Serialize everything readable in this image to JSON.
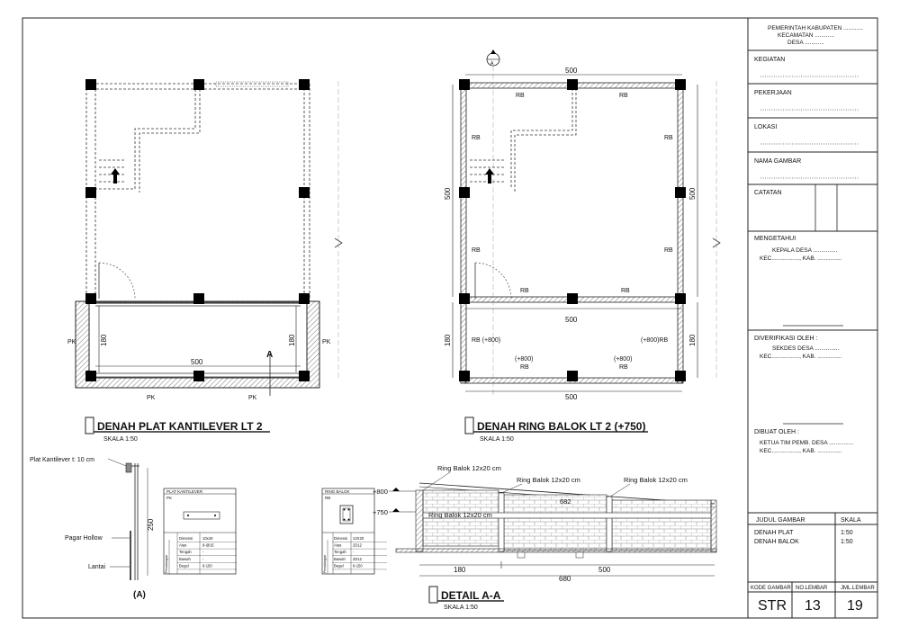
{
  "title_block": {
    "header_line1": "PEMERINTAH KABUPATEN ............",
    "header_line2": "KECAMATAN ............",
    "header_line3": "DESA ............",
    "kegiatan_label": "KEGIATAN",
    "pekerjaan_label": "PEKERJAAN",
    "lokasi_label": "LOKASI",
    "nama_gambar_label": "NAMA GAMBAR",
    "catatan_label": "CATATAN",
    "mengetahui_label": "MENGETAHUI",
    "kepala_desa": "KEPALA DESA ...............",
    "kec_kab_1": "KEC................., KAB. ...............",
    "diverifikasi_label": "DIVERIFIKASI OLEH :",
    "sekdes": "SEKDES DESA ...............",
    "kec_kab_2": "KEC................., KAB. ...............",
    "dibuat_label": "DIBUAT OLEH :",
    "ketua": "KETUA TIM PEMB. DESA ...............",
    "kec_kab_3": "KEC................., KAB. ...............",
    "judul_gambar_label": "JUDUL GAMBAR",
    "skala_label": "SKALA",
    "judul_1": "DENAH PLAT",
    "skala_1": "1:50",
    "judul_2": "DENAH BALOK",
    "skala_2": "1:50",
    "kode_gambar_label": "KODE GAMBAR",
    "no_lembar_label": "NO.LEMBAR",
    "jml_lembar_label": "JML.LEMBAR",
    "kode_gambar": "STR",
    "no_lembar": "13",
    "jml_lembar": "19"
  },
  "plan1": {
    "title": "DENAH PLAT KANTILEVER LT 2",
    "scale": "SKALA 1:50",
    "dim_500": "500",
    "dim_180_left": "180",
    "dim_180_right": "180",
    "pk_left": "PK",
    "pk_right": "PK",
    "pk_bottom_1": "PK",
    "pk_bottom_2": "PK",
    "section_mark": "A"
  },
  "plan2": {
    "title": "DENAH RING BALOK LT 2 (+750)",
    "scale": "SKALA 1:50",
    "dim_top": "500",
    "dim_mid": "500",
    "dim_bottom": "500",
    "dim_left_500": "500",
    "dim_right_500": "500",
    "dim_left_180": "180",
    "dim_right_180": "180",
    "rb": "RB",
    "rb_800_left": "RB (+800)",
    "rb_800_right": "(+800)RB",
    "plus800": "(+800)",
    "section_mark": "A"
  },
  "detail_left": {
    "plat_label": "Plat Kantilever t: 10 cm",
    "pagar_label": "Pagar Hollow",
    "lantai_label": "Lantai",
    "dim_250": "250",
    "mark": "(A)"
  },
  "table_plat": {
    "title": "PLAT KANTILEVER",
    "subtitle": "PK",
    "side_label": "Penulangan",
    "rows": [
      [
        "Dimensi",
        "10x40"
      ],
      [
        "Atas",
        "8-@15"
      ],
      [
        "Tengah",
        "-"
      ],
      [
        "Bawah",
        "-"
      ],
      [
        "Begel",
        "8-150"
      ]
    ]
  },
  "table_rb": {
    "title": "RING BALOK",
    "subtitle": "RB",
    "side_label": "Penulangan",
    "rows": [
      [
        "Dimensi",
        "12X20"
      ],
      [
        "Atas",
        "2D12"
      ],
      [
        "Tengah",
        "-"
      ],
      [
        "Bawah",
        "2D12"
      ],
      [
        "Begel",
        "8-150"
      ]
    ]
  },
  "section": {
    "title": "DETAIL A-A",
    "scale": "SKALA 1:50",
    "ring_balok_1": "Ring Balok 12x20 cm",
    "ring_balok_2": "Ring Balok 12x20 cm",
    "ring_balok_3": "Ring Balok 12x20 cm",
    "ring_balok_4": "Ring Balok 12x20 cm",
    "level_800": "+800",
    "level_750": "+750",
    "dim_682": "682",
    "dim_180": "180",
    "dim_500": "500",
    "dim_680": "680"
  }
}
